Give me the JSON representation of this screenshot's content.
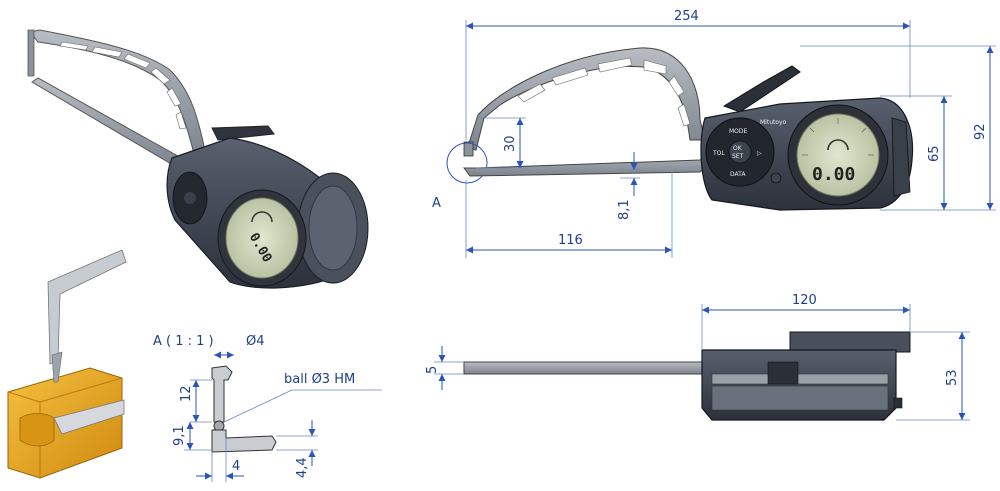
{
  "colors": {
    "dimension_blue": "#1e3f8a",
    "body_dark": "#3c4352",
    "arm_gray": "#9aa0a8",
    "lcd_green": "#c8d2b4",
    "workpiece_gold": "#e9a21b"
  },
  "dimensions": {
    "overall_length": "254",
    "jaw_depth": "116",
    "height_total": "92",
    "height_display": "65",
    "arm_gap": "30",
    "tip_offset": "8,1",
    "body_width": "120",
    "arm_thickness": "5",
    "body_height": "53"
  },
  "detail": {
    "label": "A",
    "title": "A ( 1 : 1 )",
    "diameter": "Ø4",
    "ball_note": "ball Ø3 HM",
    "dim_12": "12",
    "dim_9_1": "9,1",
    "dim_4": "4",
    "dim_4_4": "4,4"
  },
  "display": {
    "reading": "0.00",
    "brand": "Mitutoyo",
    "buttons": {
      "mode": "MODE",
      "tol": "TOL",
      "ok": "OK",
      "set": "SET",
      "data": "DATA"
    }
  }
}
